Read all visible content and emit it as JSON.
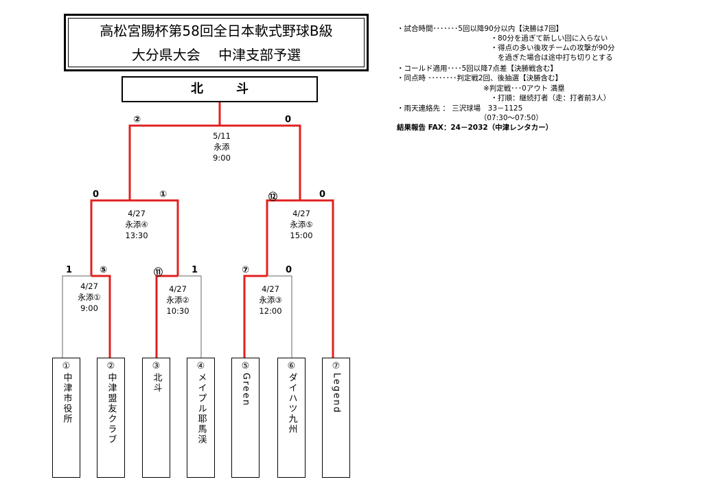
{
  "title": {
    "line1": "高松宮賜杯第58回全日本軟式野球B級",
    "line2": "大分県大会　 中津支部予選"
  },
  "champion": "北斗",
  "notes": [
    "・試合時間･･･････5回以降90分以内【決勝は7回】",
    "　　　　　　　　　　　　　・80分を過ぎて新しい回に入らない",
    "　　　　　　　　　　　　　・得点の多い後攻チームの攻撃が90分",
    "　　　　　　　　　　　　　　を過ぎた場合は途中打ち切りとする",
    "・コールド適用････5回以降7点差【決勝戦含む】",
    "・同点時 ････････判定戦2回、後抽選【決勝含む】",
    "　　　　　　　　　　　　※判定戦･･･0アウト 満塁",
    "　　　　　　　　　　　　　・打順：継続打者（走：打者前3人）",
    "・雨天連絡先 ： 三沢球場　33－1125",
    "　　　　　　　　　　　　（07:30～07:50）",
    "結果報告 FAX：24－2032（中津レンタカー）"
  ],
  "matches": {
    "final": {
      "date": "5/11",
      "venue": "永添",
      "time": "9:00",
      "score_left": "②",
      "score_right": "0"
    },
    "semi1": {
      "date": "4/27",
      "venue": "永添④",
      "time": "13:30",
      "score_left": "0",
      "score_right": "①"
    },
    "semi2": {
      "date": "4/27",
      "venue": "永添⑤",
      "time": "15:00",
      "score_left": "⑫",
      "score_right": "0"
    },
    "r1a": {
      "date": "4/27",
      "venue": "永添①",
      "time": "9:00",
      "score_left": "1",
      "score_right": "⑤"
    },
    "r1b": {
      "date": "4/27",
      "venue": "永添②",
      "time": "10:30",
      "score_left": "⑪",
      "score_right": "1"
    },
    "r1c": {
      "date": "4/27",
      "venue": "永添③",
      "time": "12:00",
      "score_left": "⑦",
      "score_right": "0"
    }
  },
  "teams": [
    {
      "num": "①",
      "name": "中津市役所"
    },
    {
      "num": "②",
      "name": "中津盟友クラブ"
    },
    {
      "num": "③",
      "name": "北斗"
    },
    {
      "num": "④",
      "name": "メイプル耶馬渓"
    },
    {
      "num": "⑤",
      "name": "Green"
    },
    {
      "num": "⑥",
      "name": "ダイハツ九州"
    },
    {
      "num": "⑦",
      "name": "Legend"
    }
  ],
  "colors": {
    "winner_line": "#e02020",
    "loser_line": "#808080"
  }
}
